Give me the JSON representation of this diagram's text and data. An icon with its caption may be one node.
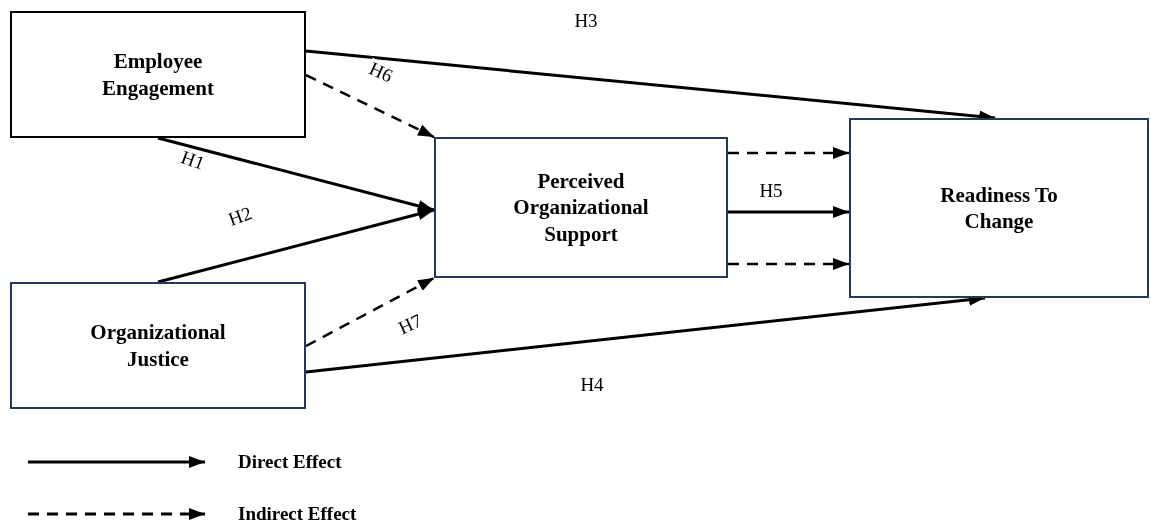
{
  "diagram": {
    "nodes": [
      {
        "text": [
          "Employee Engagement"
        ]
      },
      {
        "text": [
          "Perceived Organizational Support"
        ]
      },
      {
        "text": [
          "Organizational Justice"
        ]
      },
      {
        "text": [
          "Readiness To Change"
        ]
      }
    ],
    "edges": [
      {
        "from": 0,
        "to": 3,
        "arrow": "to",
        "label": "H3"
      },
      {
        "from": 0,
        "to": 1,
        "arrow": "to",
        "label": "H6",
        "style": "dashed"
      },
      {
        "from": 0,
        "to": 1,
        "arrow": "to",
        "label": "H1"
      },
      {
        "from": 2,
        "to": 1,
        "arrow": "to",
        "label": "H2"
      },
      {
        "from": 2,
        "to": 1,
        "arrow": "to",
        "label": "H7",
        "style": "dashed"
      },
      {
        "from": 1,
        "to": 3,
        "arrow": "to",
        "style": "dashed"
      },
      {
        "from": 1,
        "to": 3,
        "arrow": "to",
        "label": "H5"
      },
      {
        "from": 1,
        "to": 3,
        "arrow": "to",
        "style": "dashed"
      },
      {
        "from": 2,
        "to": 3,
        "arrow": "to",
        "label": "H4"
      }
    ],
    "legend": [
      {
        "text": "Direct Effect"
      },
      {
        "text": "Indirect Effect"
      }
    ]
  }
}
